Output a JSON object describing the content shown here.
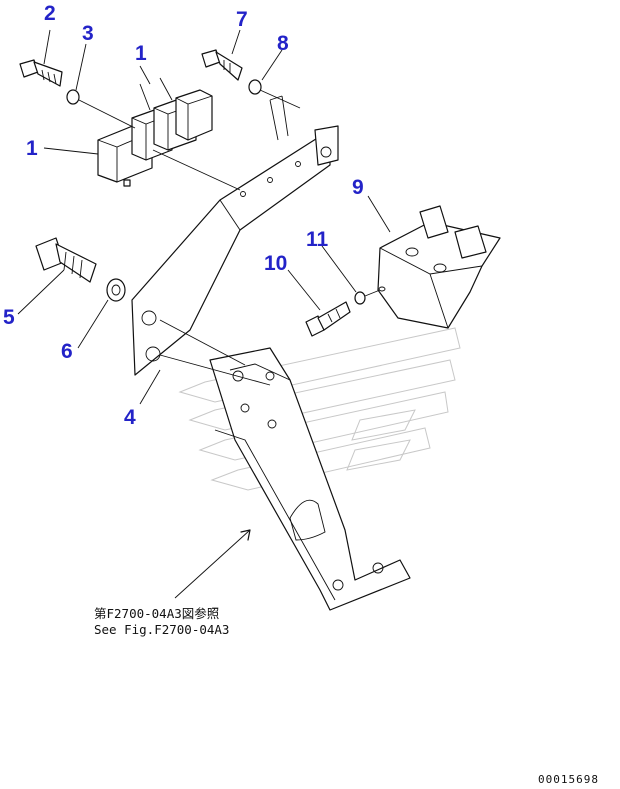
{
  "diagram": {
    "callouts": [
      {
        "id": "c2",
        "label": "2"
      },
      {
        "id": "c3",
        "label": "3"
      },
      {
        "id": "c1a",
        "label": "1"
      },
      {
        "id": "c1b",
        "label": "1"
      },
      {
        "id": "c7",
        "label": "7"
      },
      {
        "id": "c8",
        "label": "8"
      },
      {
        "id": "c9",
        "label": "9"
      },
      {
        "id": "c11",
        "label": "11"
      },
      {
        "id": "c10",
        "label": "10"
      },
      {
        "id": "c5",
        "label": "5"
      },
      {
        "id": "c6",
        "label": "6"
      },
      {
        "id": "c4",
        "label": "4"
      }
    ],
    "reference_note": {
      "line1": "第F2700-04A3図参照",
      "line2": "See Fig.F2700-04A3"
    },
    "serial": "00015698",
    "colors": {
      "callout": "#2323c8",
      "line": "#111111",
      "watermark": "#c8c8c8"
    }
  }
}
